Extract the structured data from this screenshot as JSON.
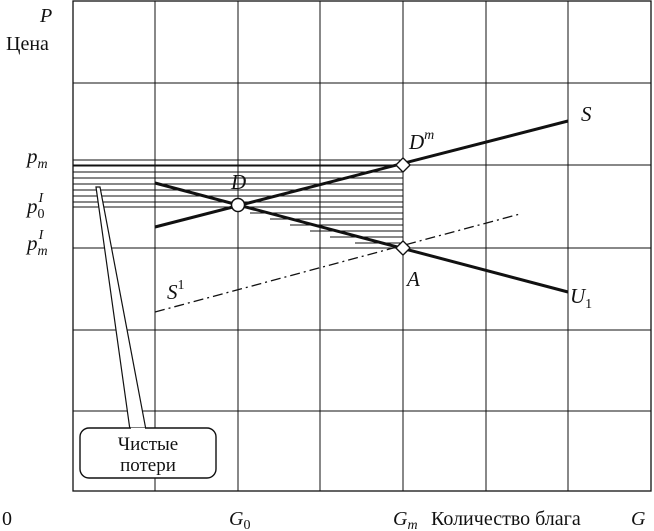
{
  "axes": {
    "y_letter": "P",
    "y_word": "Цена",
    "x_label": "Количество блага",
    "x_letter": "G",
    "origin": "0"
  },
  "tick_labels": {
    "x": [
      {
        "main": "G",
        "sub": "0"
      },
      {
        "main": "G",
        "sub": "m"
      }
    ],
    "y": [
      {
        "main": "p",
        "sub": "m",
        "sup": ""
      },
      {
        "main": "p",
        "sub": "0",
        "sup": "I"
      },
      {
        "main": "p",
        "sub": "m",
        "sup": "I"
      }
    ]
  },
  "curve_labels": {
    "S": "S",
    "S1_main": "S",
    "S1_sup": "1",
    "U1_main": "U",
    "U1_sub": "1"
  },
  "point_labels": {
    "D": "D",
    "Dm_main": "D",
    "Dm_sup": "m",
    "A": "A"
  },
  "callout": {
    "line1": "Чистые",
    "line2": "потери"
  },
  "colors": {
    "line": "#111111",
    "grid": "#111111",
    "background": "#ffffff"
  }
}
